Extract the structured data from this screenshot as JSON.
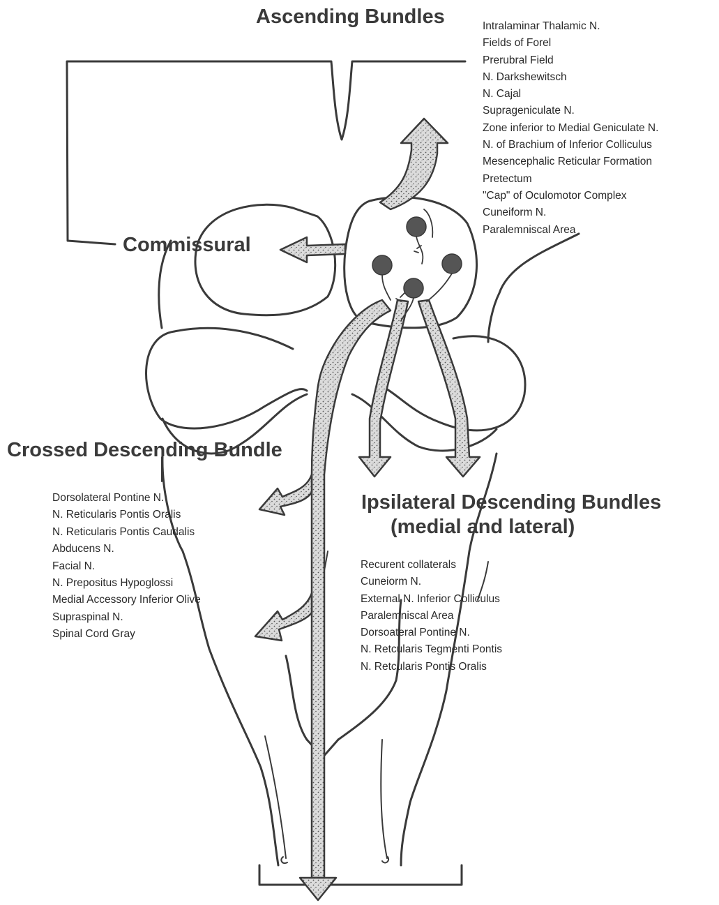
{
  "diagram": {
    "headings": {
      "ascending": "Ascending Bundles",
      "commissural": "Commissural",
      "crossed_descending": "Crossed Descending Bundle",
      "ipsilateral_line1": "Ipsilateral Descending Bundles",
      "ipsilateral_line2": "(medial and lateral)"
    },
    "ascending_targets": [
      "Intralaminar Thalamic N.",
      "Fields of Forel",
      "Prerubral Field",
      "N. Darkshewitsch",
      "N. Cajal",
      "Suprageniculate N.",
      "Zone inferior to Medial Geniculate N.",
      "N. of Brachium of Inferior Colliculus",
      "Mesencephalic Reticular Formation",
      "Pretectum",
      "\"Cap\" of Oculomotor Complex",
      "Cuneiform N.",
      "Paralemniscal Area"
    ],
    "crossed_descending_targets": [
      "Dorsolateral Pontine N.",
      "N. Reticularis Pontis Oralis",
      "N. Reticularis Pontis Caudalis",
      "Abducens N.",
      "Facial N.",
      "N. Prepositus Hypoglossi",
      "Medial Accessory Inferior Olive",
      "Supraspinal N.",
      "Spinal Cord Gray"
    ],
    "ipsilateral_descending_targets": [
      "Recurent collaterals",
      "Cuneiorm N.",
      "External N. Inferior Colliculus",
      "Paralemniscal Area",
      "Dorsoateral Pontine N.",
      "N. Retcularis Tegmenti Pontis",
      "N. Retcularis Pontis Oralis"
    ],
    "colors": {
      "outline": "#3a3a3a",
      "pathway_fill": "#d8d8d8",
      "cell_body": "#555555",
      "background": "#ffffff"
    }
  }
}
